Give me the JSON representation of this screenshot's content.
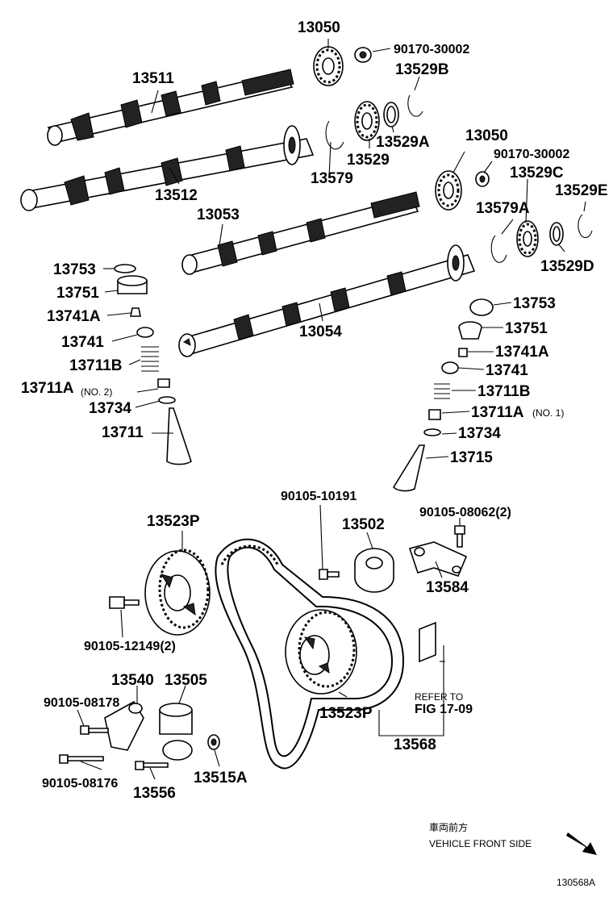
{
  "labels": {
    "p13050_top": "13050",
    "p90170_top": "90170-30002",
    "p13529b": "13529B",
    "p13511": "13511",
    "p13529a": "13529A",
    "p13579_top": "13579",
    "p13529_top": "13529",
    "p13512": "13512",
    "p13050_right": "13050",
    "p90170_right": "90170-30002",
    "p13529c": "13529C",
    "p13529e": "13529E",
    "p13579a": "13579A",
    "p13053": "13053",
    "p13529d": "13529D",
    "p13054": "13054",
    "l13753": "13753",
    "l13751": "13751",
    "l13741a": "13741A",
    "l13741": "13741",
    "l13711b": "13711B",
    "l13711a": "13711A",
    "l13711a_note": "(NO. 2)",
    "l13734": "13734",
    "l13711": "13711",
    "r13753": "13753",
    "r13751": "13751",
    "r13741a": "13741A",
    "r13741": "13741",
    "r13711b": "13711B",
    "r13711a": "13711A",
    "r13711a_note": "(NO. 1)",
    "r13734": "13734",
    "r13715": "13715",
    "p90105_10191": "90105-10191",
    "p13502": "13502",
    "p90105_08062": "90105-08062(2)",
    "p13584": "13584",
    "p13523p_top": "13523P",
    "p90105_12149": "90105-12149(2)",
    "p13540": "13540",
    "p13505": "13505",
    "p90105_08178": "90105-08178",
    "p90105_08176": "90105-08176",
    "p13556": "13556",
    "p13515a": "13515A",
    "p13523p_bottom": "13523P",
    "p13568": "13568",
    "refer_line1": "REFER TO",
    "refer_line2": "FIG 17-09",
    "front_cn": "車両前方",
    "front_en": "VEHICLE FRONT SIDE",
    "figure_id": "130568A"
  }
}
